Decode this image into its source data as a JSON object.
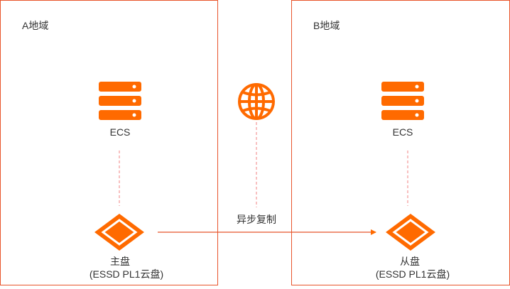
{
  "region_a": {
    "title": "A地域"
  },
  "region_b": {
    "title": "B地域"
  },
  "ecs_a": {
    "label": "ECS"
  },
  "ecs_b": {
    "label": "ECS"
  },
  "disk_primary": {
    "label": "主盘",
    "type_label": "(ESSD PL1云盘)"
  },
  "disk_secondary": {
    "label": "从盘",
    "type_label": "(ESSD PL1云盘)"
  },
  "replication": {
    "label": "异步复制"
  },
  "icons": {
    "server": "server-icon",
    "globe": "globe-icon",
    "disk": "cloud-disk-icon"
  },
  "colors": {
    "accent": "#ff6a00",
    "border": "#e8542b",
    "text": "#333333"
  }
}
